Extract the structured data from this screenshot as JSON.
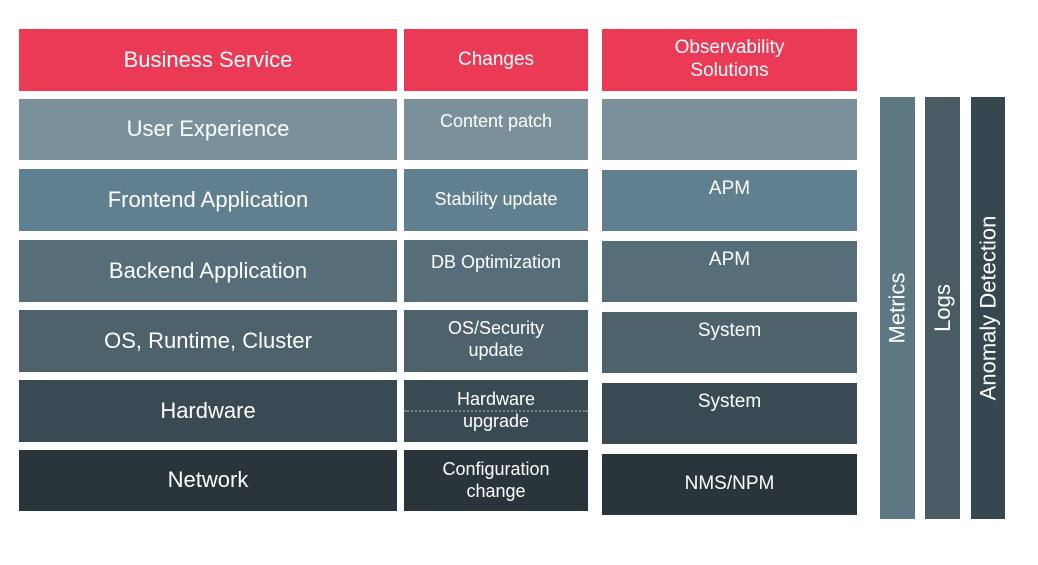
{
  "header": {
    "layer": "Business Service",
    "changes": "Changes",
    "solutions": "Observability\nSolutions"
  },
  "rows": [
    {
      "layer": "User Experience",
      "change": "Content patch",
      "solution": ""
    },
    {
      "layer": "Frontend Application",
      "change": "Stability update",
      "solution": "APM"
    },
    {
      "layer": "Backend Application",
      "change": "DB Optimization",
      "solution": "APM"
    },
    {
      "layer": "OS, Runtime, Cluster",
      "change": "OS/Security\nupdate",
      "solution": "System"
    },
    {
      "layer": "Hardware",
      "change": "Hardware\nupgrade",
      "solution": "System"
    },
    {
      "layer": "Network",
      "change": "Configuration\nchange",
      "solution": "NMS/NPM"
    }
  ],
  "bars": [
    "Metrics",
    "Logs",
    "Anomaly Detection"
  ],
  "colors": {
    "accent": "#ea3a56",
    "rows": [
      "#7a919c",
      "#607f8f",
      "#566e7a",
      "#4e626c",
      "#3a4a52",
      "#2a353b"
    ],
    "bars": [
      "#5e7883",
      "#4a5b64",
      "#37474f"
    ]
  }
}
